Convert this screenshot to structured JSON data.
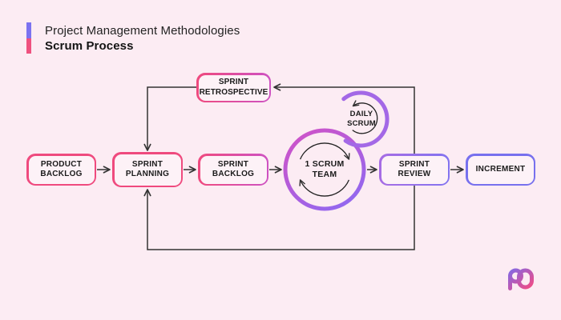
{
  "header": {
    "category": "Project Management Methodologies",
    "title": "Scrum Process"
  },
  "nodes": {
    "product_backlog": {
      "line1": "PRODUCT",
      "line2": "BACKLOG"
    },
    "sprint_planning": {
      "line1": "SPRINT",
      "line2": "PLANNING"
    },
    "sprint_backlog": {
      "line1": "SPRINT",
      "line2": "BACKLOG"
    },
    "scrum_team": {
      "line1": "1 SCRUM",
      "line2": "TEAM"
    },
    "sprint_review": {
      "line1": "SPRINT",
      "line2": "REVIEW"
    },
    "increment": {
      "line1": "INCREMENT"
    },
    "sprint_retrospective": {
      "line1": "SPRINT",
      "line2": "RETROSPECTIVE"
    },
    "daily_scrum": {
      "line1": "DAILY",
      "line2": "SCRUM"
    }
  },
  "flow": {
    "main_sequence": [
      "PRODUCT BACKLOG",
      "SPRINT PLANNING",
      "SPRINT BACKLOG",
      "1 SCRUM TEAM",
      "SPRINT REVIEW",
      "INCREMENT"
    ],
    "loops": [
      "SPRINT REVIEW → SPRINT RETROSPECTIVE → SPRINT PLANNING",
      "SPRINT REVIEW → SPRINT PLANNING",
      "DAILY SCRUM cycle on 1 SCRUM TEAM"
    ]
  },
  "colors": {
    "background": "#fcecf3",
    "node_fill": "#fdf2f7",
    "pink": "#ef4a7e",
    "magenta": "#ce52c2",
    "purple": "#a06ce8",
    "periwinkle": "#7770ee",
    "daily_arc": "#a368e6",
    "connector": "#333333",
    "text": "#1b1b1b",
    "accent_bar_top": "#7b72f0",
    "accent_bar_bottom": "#ef517f"
  }
}
